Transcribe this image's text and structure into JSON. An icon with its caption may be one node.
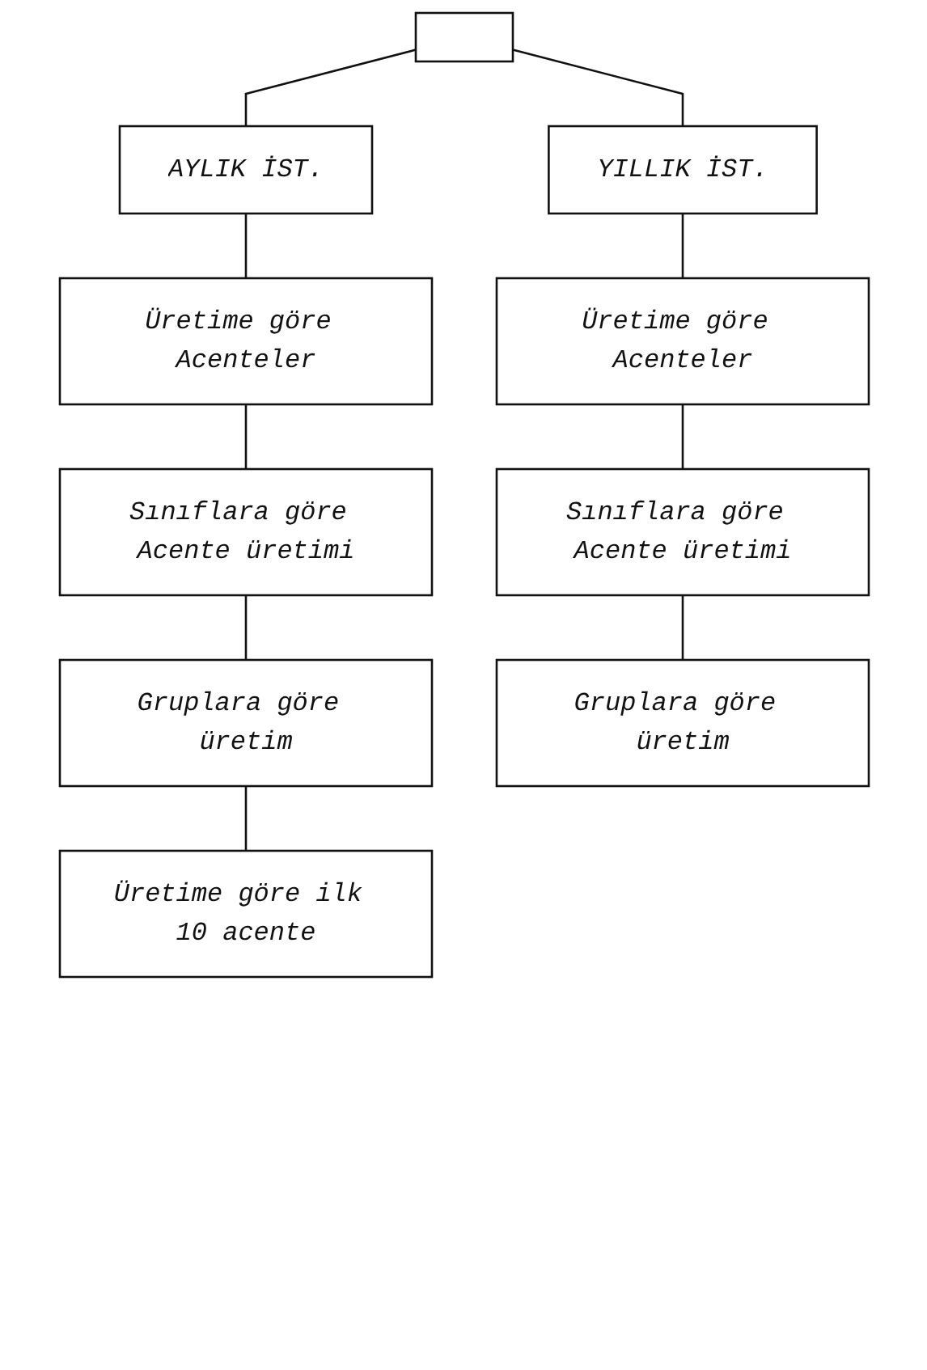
{
  "diagram": {
    "nodes": [
      {
        "text": [],
        "shape": "box"
      },
      {
        "text": [
          "AYLIK İST."
        ]
      },
      {
        "text": [
          "YILLIK İST."
        ]
      },
      {
        "text": [
          "Üretime göre Acenteler"
        ]
      },
      {
        "text": [
          "Üretime göre Acenteler"
        ]
      },
      {
        "text": [
          "Sınıflara göre Acente üretimi"
        ]
      },
      {
        "text": [
          "Sınıflara göre Acente üretimi"
        ]
      },
      {
        "text": [
          "Gruplara göre üretim"
        ]
      },
      {
        "text": [
          "Gruplara göre üretim"
        ]
      },
      {
        "text": [
          "Üretime göre ilk 10 acente"
        ]
      }
    ],
    "edges": [
      {
        "from": 0,
        "to": 1,
        "arrow": "none"
      },
      {
        "from": 0,
        "to": 2,
        "arrow": "none"
      },
      {
        "from": 1,
        "to": 3,
        "arrow": "none"
      },
      {
        "from": 2,
        "to": 4,
        "arrow": "none"
      },
      {
        "from": 3,
        "to": 5,
        "arrow": "none"
      },
      {
        "from": 4,
        "to": 6,
        "arrow": "none"
      },
      {
        "from": 5,
        "to": 7,
        "arrow": "none"
      },
      {
        "from": 6,
        "to": 8,
        "arrow": "none"
      },
      {
        "from": 7,
        "to": 9,
        "arrow": "none"
      }
    ]
  }
}
